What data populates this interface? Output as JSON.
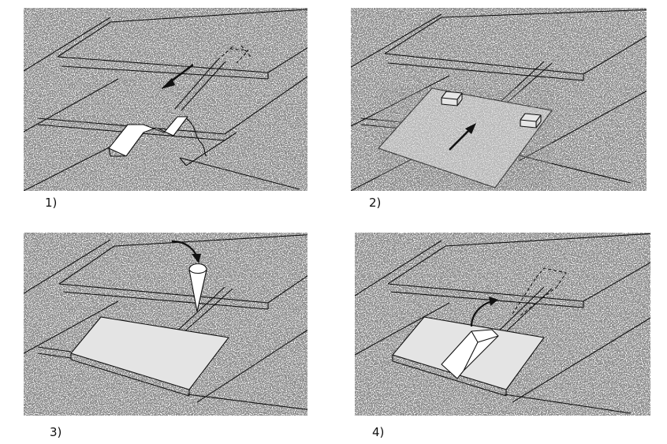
{
  "steps": [
    {
      "label": "1)"
    },
    {
      "label": "2)"
    },
    {
      "label": "3)"
    },
    {
      "label": "4)"
    }
  ],
  "colors": {
    "line": "#111111",
    "fill_patch": "#e4e4e4",
    "fill_shingle": "#ffffff",
    "texture": "#8a8a8a"
  }
}
